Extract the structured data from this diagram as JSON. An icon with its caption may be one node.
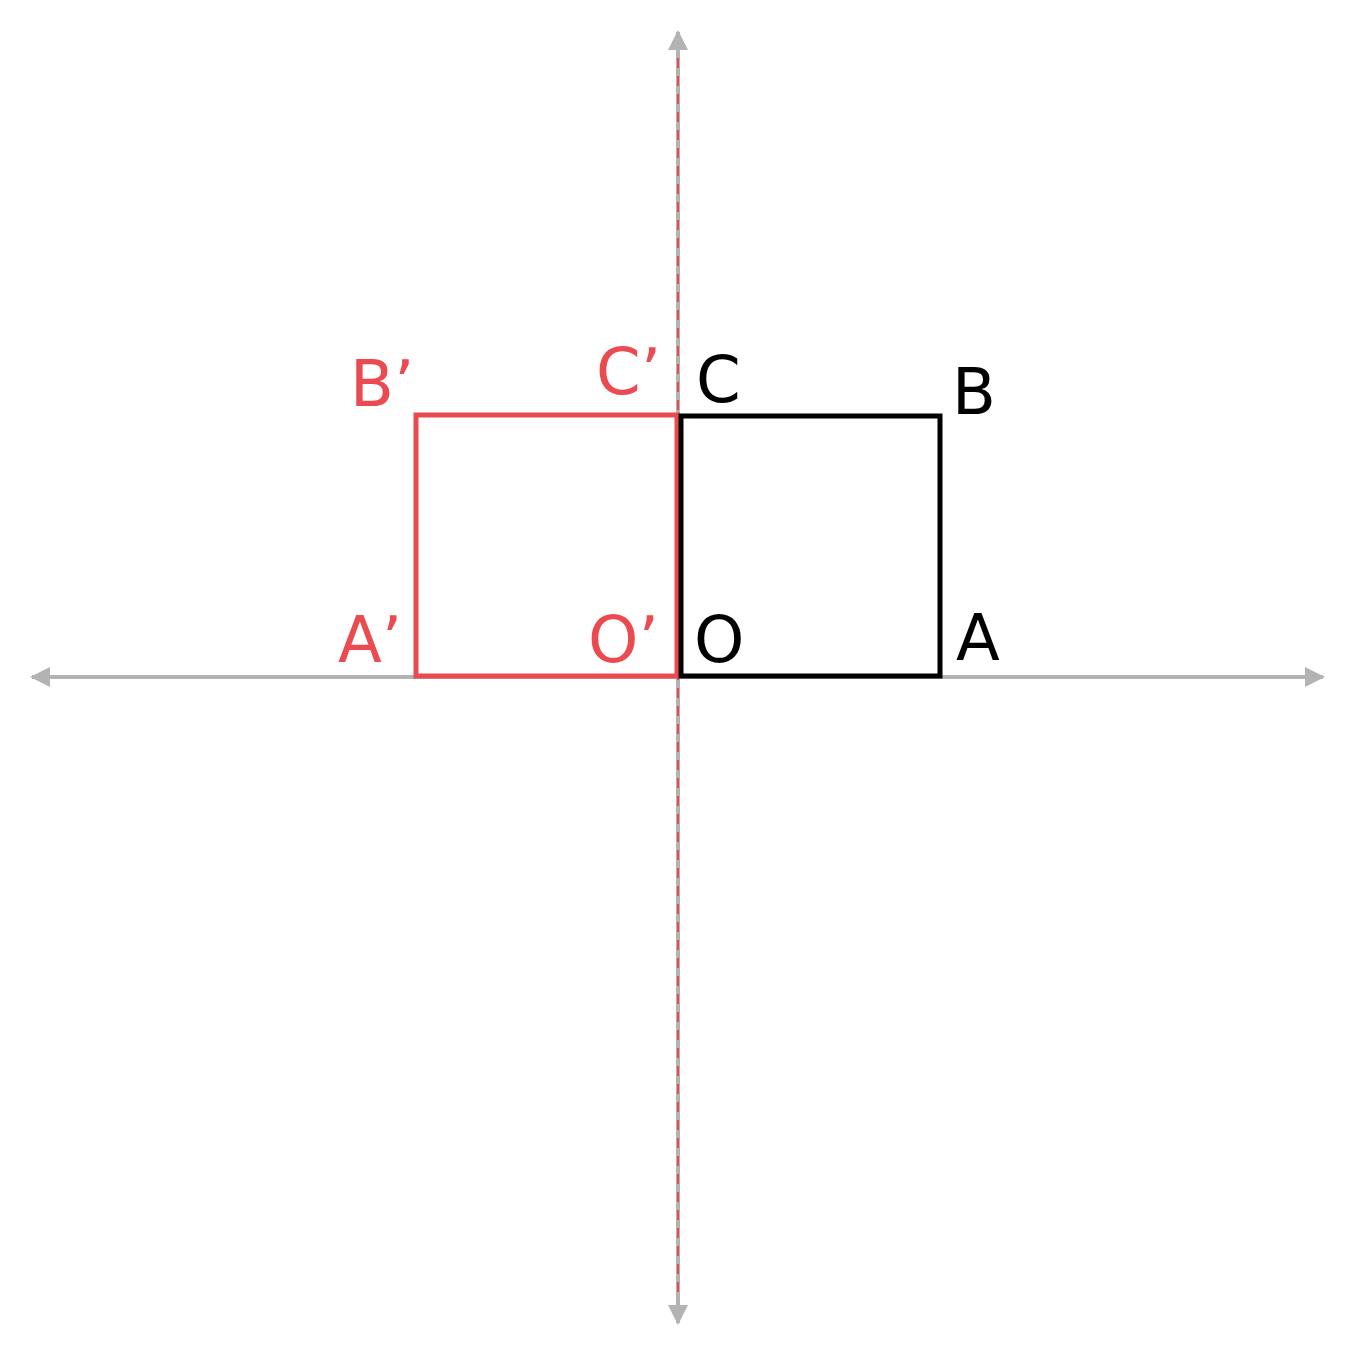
{
  "diagram": {
    "labels": [
      "B’",
      "C’",
      "C",
      "B",
      "A’",
      "O’",
      "O",
      "A"
    ]
  }
}
